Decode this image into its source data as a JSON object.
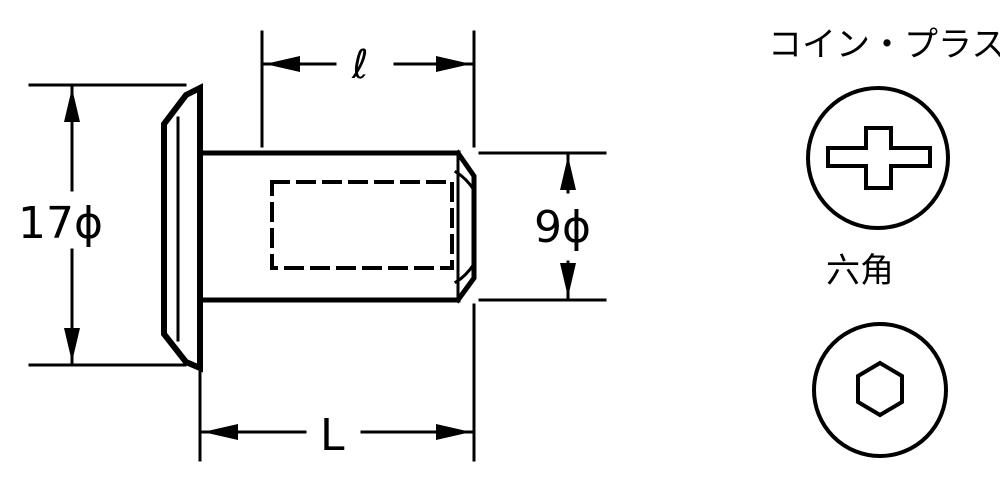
{
  "dimensions": {
    "head_diameter": "17ϕ",
    "shank_diameter": "9ϕ",
    "thread_length": "ℓ",
    "total_length": "L"
  },
  "drive_types": [
    {
      "label": "コイン・プラス",
      "icon": "coin-plus-drive-icon"
    },
    {
      "label": "六角",
      "icon": "hex-socket-drive-icon"
    }
  ]
}
